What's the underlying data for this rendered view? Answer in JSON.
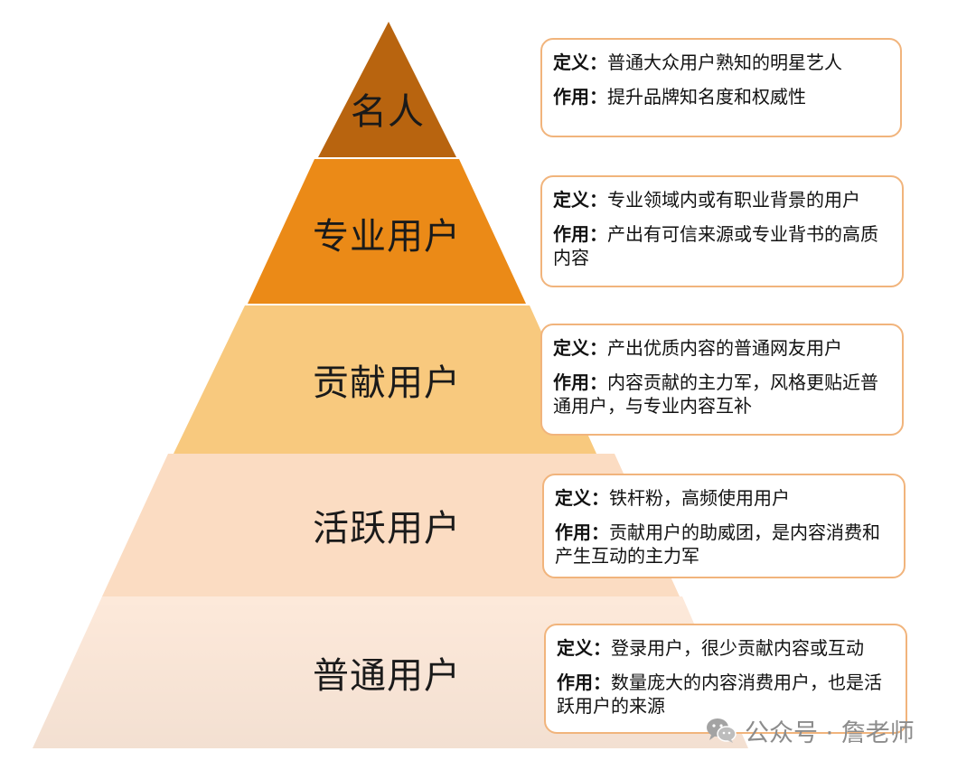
{
  "tiers": [
    {
      "name": "名人",
      "color": "#b8640f",
      "definition_label": "定义：",
      "definition": "普通大众用户熟知的明星艺人",
      "role_label": "作用：",
      "role": "提升品牌知名度和权威性"
    },
    {
      "name": "专业用户",
      "color": "#eb8a17",
      "definition_label": "定义：",
      "definition": "专业领域内或有职业背景的用户",
      "role_label": "作用：",
      "role": "产出有可信来源或专业背书的高质内容"
    },
    {
      "name": "贡献用户",
      "color": "#f8c97e",
      "definition_label": "定义：",
      "definition": "产出优质内容的普通网友用户",
      "role_label": "作用：",
      "role": "内容贡献的主力军，风格更贴近普通用户，与专业内容互补"
    },
    {
      "name": "活跃用户",
      "color": "#fbdcc2",
      "definition_label": "定义：",
      "definition": "铁杆粉，高频使用用户",
      "role_label": "作用：",
      "role": "贡献用户的助威团，是内容消费和产生互动的主力军"
    },
    {
      "name": "普通用户",
      "color": "#fde9da",
      "definition_label": "定义：",
      "definition": "登录用户，很少贡献内容或互动",
      "role_label": "作用：",
      "role": "数量庞大的内容消费用户，也是活跃用户的来源"
    }
  ],
  "box_border_color": "#f1b47c",
  "watermark": {
    "icon": "wechat-icon",
    "text": "公众号 · 詹老师"
  }
}
